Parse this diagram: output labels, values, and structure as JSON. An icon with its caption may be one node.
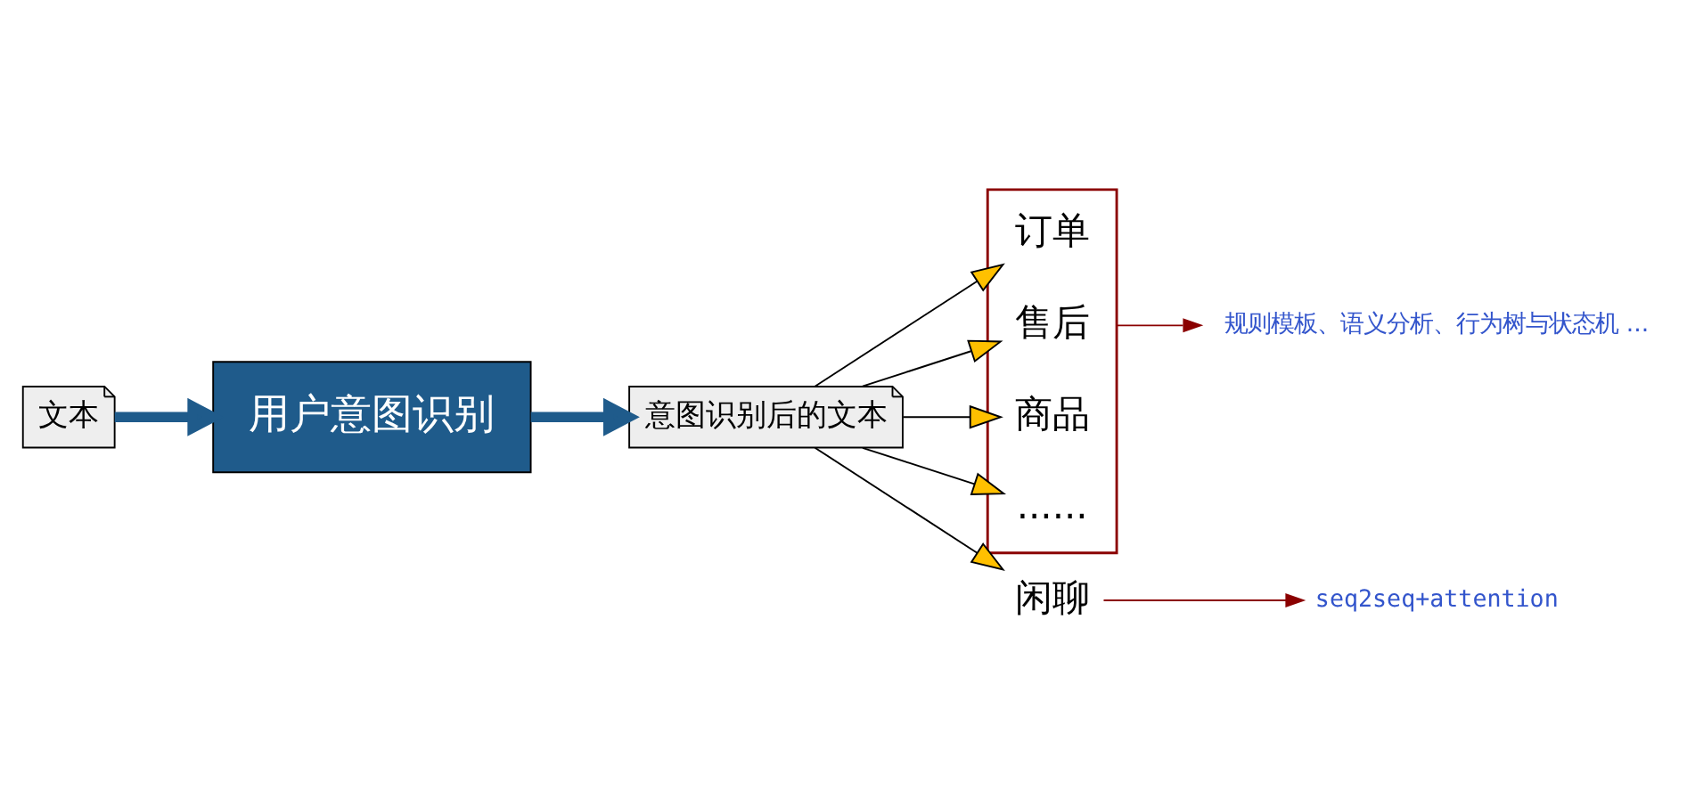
{
  "diagram": {
    "nodes": [
      {
        "text": [
          "文本"
        ]
      },
      {
        "text": [
          "用户意图识别"
        ]
      },
      {
        "text": [
          "意图识别后的文本"
        ]
      },
      {
        "text": [],
        "shape": "box"
      },
      {
        "text": [
          "订单"
        ],
        "in": 3
      },
      {
        "text": [
          "售后"
        ],
        "in": 3
      },
      {
        "text": [
          "商品"
        ],
        "in": 3
      },
      {
        "text": [
          "......"
        ],
        "in": 3
      },
      {
        "text": [
          "闲聊"
        ]
      },
      {
        "text": [
          "规则模板、语义分析、行为树与状态机 ..."
        ]
      },
      {
        "text": [
          "seq2seq+attention"
        ]
      }
    ],
    "edges": [
      {
        "from": 0,
        "to": 1,
        "arrow": "to",
        "style": "thick",
        "color": "#1f5b8b"
      },
      {
        "from": 1,
        "to": 2,
        "arrow": "to",
        "style": "thick",
        "color": "#1f5b8b"
      },
      {
        "from": 2,
        "to": 4,
        "arrow": "to"
      },
      {
        "from": 2,
        "to": 5,
        "arrow": "to"
      },
      {
        "from": 2,
        "to": 6,
        "arrow": "to"
      },
      {
        "from": 2,
        "to": 7,
        "arrow": "to"
      },
      {
        "from": 2,
        "to": 8,
        "arrow": "to"
      },
      {
        "from": 3,
        "to": 9,
        "arrow": "to",
        "color": "#8b0000"
      },
      {
        "from": 8,
        "to": 10,
        "arrow": "to",
        "color": "#8b0000"
      }
    ]
  }
}
